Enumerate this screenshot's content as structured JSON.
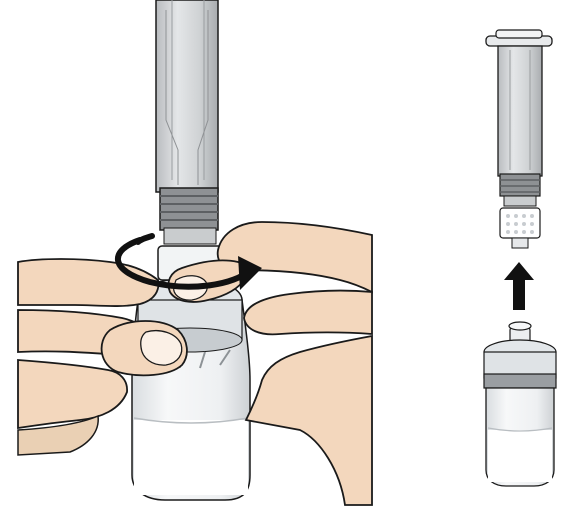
{
  "figure": {
    "left_panel": {
      "step": "twist-syringe-onto-vial-adapter",
      "rotation": "clockwise"
    },
    "right_panel": {
      "step": "lift-syringe-off-vial-adapter",
      "arrow_direction": "up"
    }
  },
  "colors": {
    "skin": "#f3d7bd",
    "skin_shadow": "#e7c2a0",
    "outline": "#1a1a1a",
    "syringe_body": "#d7d9db",
    "syringe_shade": "#b5b8bb",
    "vial_glass": "#eceff1",
    "liquid": "#ffffff",
    "arrow": "#111111"
  }
}
